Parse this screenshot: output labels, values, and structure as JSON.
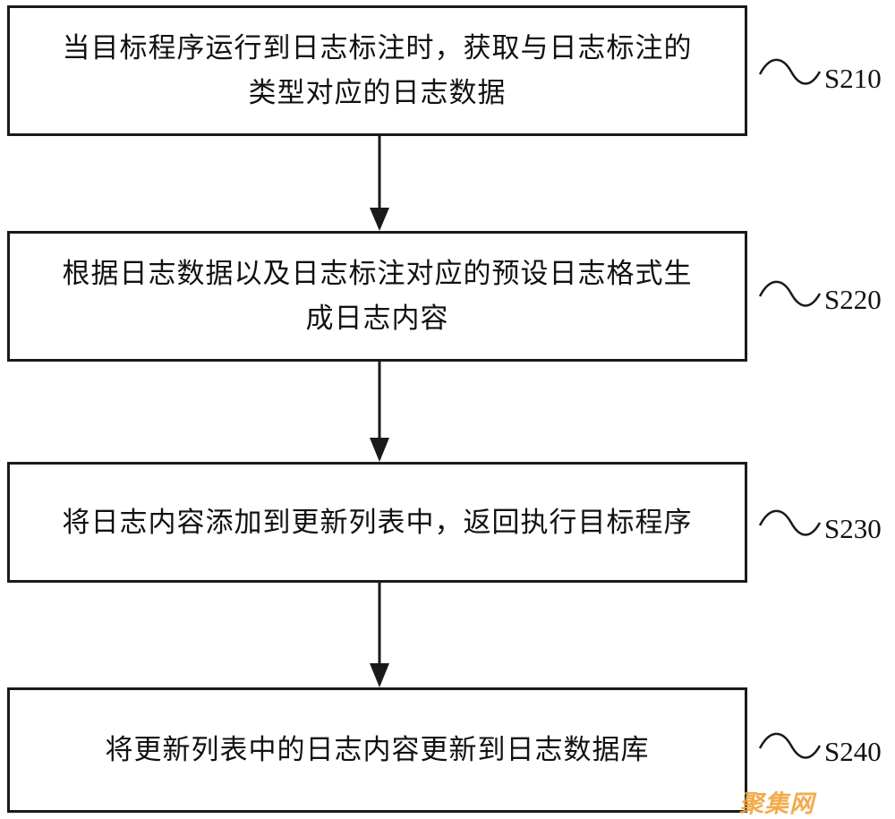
{
  "flowchart": {
    "steps": [
      {
        "id": "S210",
        "label": "S210",
        "text": "当目标程序运行到日志标注时，获取与日志标注的\n类型对应的日志数据"
      },
      {
        "id": "S220",
        "label": "S220",
        "text": "根据日志数据以及日志标注对应的预设日志格式生\n成日志内容"
      },
      {
        "id": "S230",
        "label": "S230",
        "text": "将日志内容添加到更新列表中，返回执行目标程序"
      },
      {
        "id": "S240",
        "label": "S240",
        "text": "将更新列表中的日志内容更新到日志数据库"
      }
    ],
    "line_color": "#1a1a1a"
  },
  "watermark": {
    "text": "聚集网",
    "color": "#f2a33a"
  }
}
